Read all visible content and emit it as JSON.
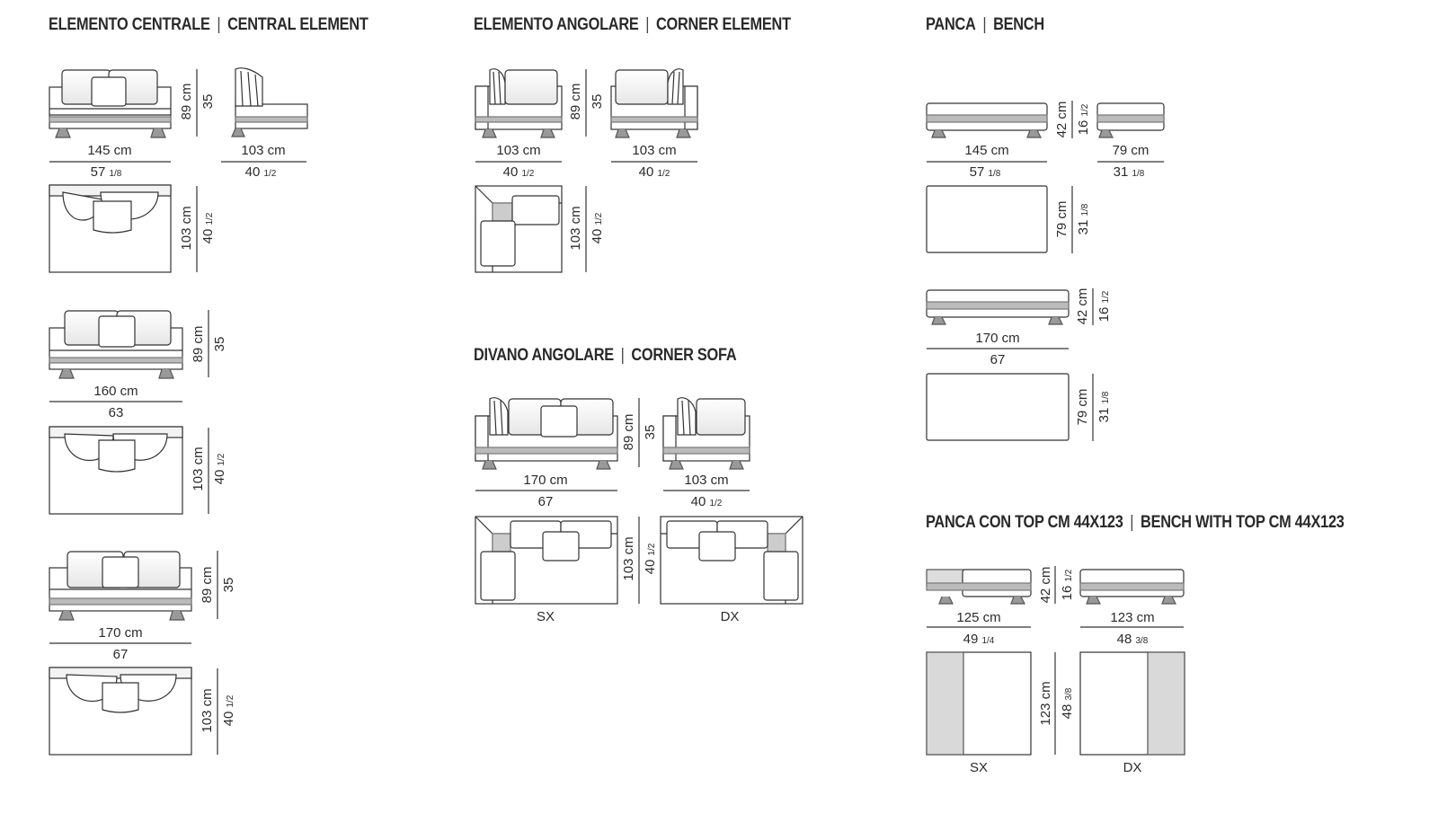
{
  "sections": {
    "central": {
      "title_it": "ELEMENTO CENTRALE",
      "sep": "|",
      "title_en": "CENTRAL ELEMENT"
    },
    "corner_element": {
      "title_it": "ELEMENTO ANGOLARE",
      "sep": "|",
      "title_en": "CORNER ELEMENT"
    },
    "bench": {
      "title_it": "PANCA",
      "sep": "|",
      "title_en": "BENCH"
    },
    "corner_sofa": {
      "title_it": "DIVANO ANGOLARE",
      "sep": "|",
      "title_en": "CORNER SOFA"
    },
    "bench_top": {
      "title_it": "PANCA CON TOP CM 44X123",
      "sep": "|",
      "title_en": "BENCH WITH TOP CM 44X123"
    }
  },
  "dims": {
    "c145_cm": "145 cm",
    "c145_in": "57",
    "c145_fr": "1/8",
    "c103_cm": "103 cm",
    "c103_in": "40",
    "c103_fr": "1/2",
    "c160_cm": "160 cm",
    "c160_in": "63",
    "c170_cm": "170 cm",
    "c170_in": "67",
    "h89_cm": "89 cm",
    "h89_in": "35",
    "d103_cm": "103 cm",
    "d103_in": "40",
    "d103_fr": "1/2",
    "b145_cm": "145 cm",
    "b145_in": "57",
    "b145_fr": "1/8",
    "b79_cm": "79 cm",
    "b79_in": "31",
    "b79_fr": "1/8",
    "b170_cm": "170 cm",
    "b170_in": "67",
    "h42_cm": "42 cm",
    "h42_in": "16",
    "h42_fr": "1/2",
    "d79_cm": "79 cm",
    "d79_in": "31",
    "d79_fr": "1/8",
    "t125_cm": "125 cm",
    "t125_in": "49",
    "t125_fr": "1/4",
    "t123_cm": "123 cm",
    "t123_in": "48",
    "t123_fr": "3/8",
    "d123_cm": "123 cm",
    "d123_in": "48",
    "d123_fr": "3/8"
  },
  "labels": {
    "sx": "SX",
    "dx": "DX"
  }
}
